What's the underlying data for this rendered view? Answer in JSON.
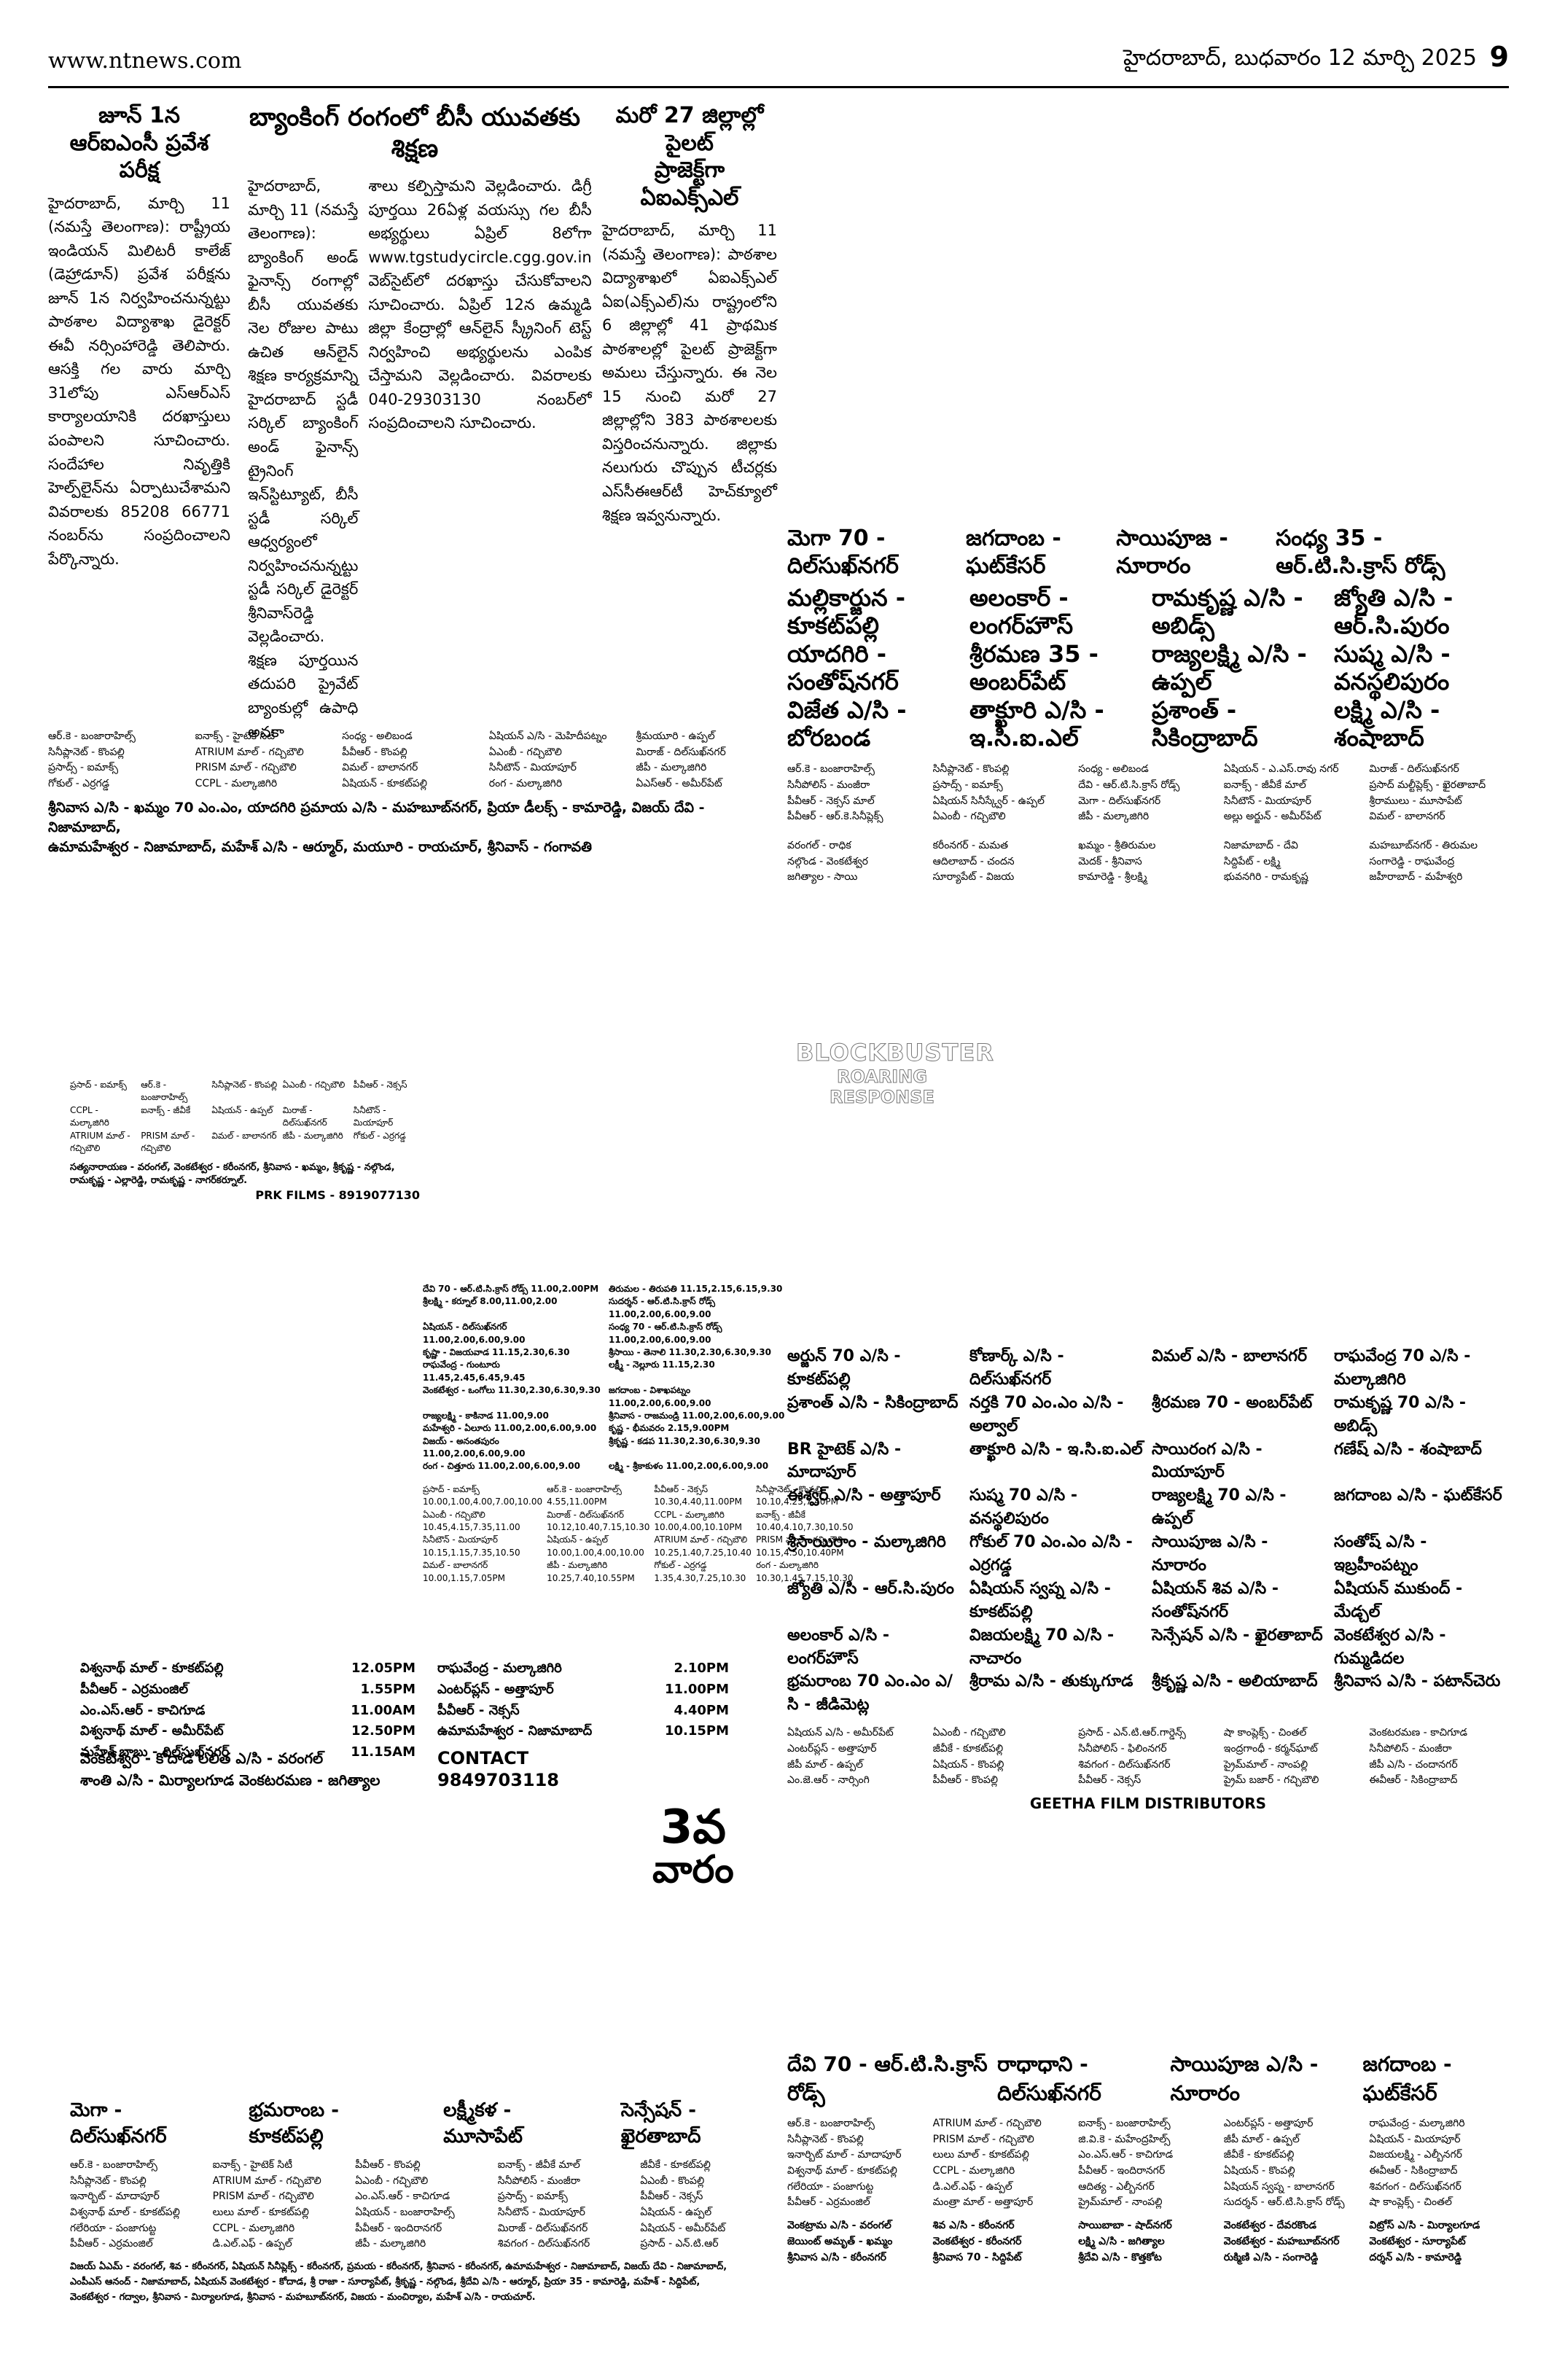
{
  "header": {
    "url": "www.ntnews.com",
    "date": "హైదరాబాద్, బుధవారం 12 మార్చి 2025",
    "page_number": "9"
  },
  "articles": [
    {
      "title_line1": "జూన్ 1న",
      "title_line2": "ఆర్ఐఎంసీ ప్రవేశ పరీక్ష",
      "body": "హైదరాబాద్, మార్చి 11 (నమస్తే తెలంగాణ): రాష్ట్రీయ ఇండియన్ మిలిటరీ కాలేజ్ (డెహ్రాడూన్) ప్రవేశ పరీక్షను జూన్ 1న నిర్వహించనున్నట్టు పాఠశాల విద్యాశాఖ డైరెక్టర్ ఈవీ నర్సింహారెడ్డి తెలిపారు. ఆసక్తి గల వారు మార్చి 31లోపు ఎస్ఆర్ఎస్ కార్యాలయానికి దరఖాస్తులు పంపాలని సూచించారు. సందేహాల నివృత్తికి హెల్ప్‌లైన్‌ను ఏర్పాటుచేశామని వివరాలకు 85208 66771 నంబర్‌ను సంప్రదించాలని పేర్కొన్నారు."
    },
    {
      "title": "బ్యాంకింగ్ రంగంలో బీసీ యువతకు శిక్షణ",
      "body_col1": "హైదరాబాద్, మార్చి 11 (నమస్తే తెలంగాణ): బ్యాంకింగ్ అండ్ ఫైనాన్స్ రంగాల్లో బీసీ యువతకు నెల రోజుల పాటు ఉచిత ఆన్‌లైన్ శిక్షణ కార్యక్రమాన్ని హైదరాబాద్ స్టడీ సర్కిల్ బ్యాంకింగ్ అండ్ ఫైనాన్స్ ట్రైనింగ్ ఇన్‌స్టిట్యూట్, బీసీ స్టడీ సర్కిల్ ఆధ్వర్యంలో నిర్వహించనున్నట్టు స్టడీ సర్కిల్ డైరెక్టర్ శ్రీనివాస్‌రెడ్డి వెల్లడించారు. శిక్షణ పూర్తయిన తదుపరి ప్రైవేట్ బ్యాంకుల్లో ఉపాధి అవకా",
      "body_col2": "శాలు కల్పిస్తామని వెల్లడించారు. డిగ్రీ పూర్తయి 26ఏళ్ల వయస్సు గల బీసీ అభ్యర్థులు ఏప్రిల్ 8లోగా www.tgstudycircle.cgg.gov.in వెబ్‌సైట్‌లో దరఖాస్తు చేసుకోవాలని సూచించారు. ఏప్రిల్ 12న ఉమ్మడి జిల్లా కేంద్రాల్లో ఆన్‌లైన్ స్క్రీనింగ్ టెస్ట్ నిర్వహించి అభ్యర్థులను ఎంపిక చేస్తామని వెల్లడించారు. వివరాలకు 040-29303130 నంబర్‌లో సంప్రదించాలని సూచించారు."
    },
    {
      "title_line1": "మరో 27 జిల్లాల్లో పైలట్",
      "title_line2": "ప్రాజెక్ట్‌గా ఏఐఎక్స్‌ఎల్",
      "body": "హైదరాబాద్, మార్చి 11 (నమస్తే తెలంగాణ): పాఠశాల విద్యాశాఖలో ఏఐఎక్స్‌ఎల్ ఏఐ(ఎక్స్‌ఎల్)ను రాష్ట్రంలోని 6 జిల్లాల్లో 41 ప్రాథమిక పాఠశాలల్లో పైలట్ ప్రాజెక్ట్‌గా అమలు చేస్తున్నారు. ఈ నెల 15 నుంచి మరో 27 జిల్లాల్లోని 383 పాఠశాలలకు విస్తరించనున్నారు. జిల్లాకు నలుగురు చొప్పున టీచర్లకు ఎస్‌సీఈఆర్‌టీ హెచ్‌క్యూలో శిక్షణ ఇవ్వనున్నారు."
    }
  ],
  "ad_top_right": {
    "header_items": [
      "మెగా 70 - దిల్‌సుఖ్‌నగర్",
      "జగదాంబ - ఘట్‌కేసర్",
      "సాయిపూజ - నూరారం",
      "సంధ్య 35 - ఆర్.టి.సి.క్రాస్ రోడ్స్"
    ],
    "big_lines": [
      "మల్లికార్జున - కూకట్‌పల్లి",
      "అలంకార్ - లంగర్‌హౌస్",
      "రామకృష్ణ ఎ/సి - అబిడ్స్",
      "జ్యోతి ఎ/సి - ఆర్.సి.పురం",
      "యాదగిరి - సంతోష్‌నగర్",
      "శ్రీరమణ 35 - అంబర్‌పేట్",
      "రాజ్యలక్ష్మి ఎ/సి - ఉప్పల్",
      "సుష్మ ఎ/సి - వనస్థలిపురం",
      "విజేత ఎ/సి - బోరబండ",
      "తాక్ఖూరి ఎ/సి - ఇ.సి.ఐ.ఎల్",
      "ప్రశాంత్ - సికింద్రాబాద్",
      "లక్ష్మి ఎ/సి - శంషాబాద్"
    ],
    "small_list": [
      "ఆర్.కె - బంజారాహిల్స్",
      "సినీప్లానెట్ - కొంపల్లి",
      "సంధ్య - అలిబండ",
      "ఏషియన్ - ఎ.ఎస్.రావు నగర్",
      "మిరాజ్ - దిల్‌సుఖ్‌నగర్",
      "సినీపోలిస్ - మంజీరా",
      "ప్రసాద్స్ - ఐమాక్స్",
      "దేవి - ఆర్.టి.సి.క్రాస్ రోడ్స్",
      "ఐనాక్స్ - జీవీకే మాల్",
      "ప్రసాద్ మల్టీప్లెక్స్ - ఖైరతాబాద్",
      "పీవీఆర్ - నెక్సస్ మాల్",
      "ఏషియన్ సినీస్క్వేర్ - ఉప్పల్",
      "మెగా - దిల్‌సుఖ్‌నగర్",
      "సినీటౌన్ - మియాపూర్",
      "శ్రీరాములు - మూసాపేట్",
      "పీవీఆర్ - ఆర్.కె.సినీప్లెక్స్",
      "ఏఎంబీ - గచ్చిబౌలి",
      "జీపీ - మల్కాజిగిరి",
      "అల్లు అర్జున్ - అమీర్‌పేట్",
      "విమల్ - బాలానగర్"
    ],
    "district_lines": [
      "వరంగల్ - రాధిక",
      "కరీంనగర్ - మమత",
      "ఖమ్మం - శ్రీతిరుమల",
      "నిజామాబాద్ - దేవి",
      "మహబూబ్‌నగర్ - తిరుమల",
      "నల్గొండ - వెంకటేశ్వర",
      "ఆదిలాబాద్ - చందన",
      "మెదక్ - శ్రీనివాస",
      "సిద్దిపేట్ - లక్ష్మి",
      "సంగారెడ్డి - రాఘవేంద్ర",
      "జగిత్యాల - సాయి",
      "సూర్యాపేట్ - విజయ",
      "కామారెడ్డి - శ్రీలక్ష్మి",
      "భువనగిరి - రామకృష్ణ",
      "జహీరాబాద్ - మహేశ్వరి"
    ]
  },
  "ad_middle_left": {
    "theatres": [
      "ఆర్.కె - బంజారాహిల్స్",
      "ఐనాక్స్ - హైటెక్ సిటీ",
      "సంధ్య - అలిబండ",
      "ఏషియన్ ఎ/సి - మెహిదీపట్నం",
      "శ్రీమయూరి - ఉప్పల్",
      "సినీప్లానెట్ - కొంపల్లి",
      "ATRIUM మాల్ - గచ్చిబౌలి",
      "పీవీఆర్ - కొంపల్లి",
      "ఏఎంబీ - గచ్చిబౌలి",
      "మిరాజ్ - దిల్‌సుఖ్‌నగర్",
      "ప్రసాద్స్ - ఐమాక్స్",
      "PRISM మాల్ - గచ్చిబౌలి",
      "విమల్ - బాలానగర్",
      "సినీటౌన్ - మియాపూర్",
      "జీపీ - మల్కాజిగిరి",
      "గోకుల్ - ఎర్రగడ్డ",
      "CCPL - మల్కాజిగిరి",
      "ఏషియన్ - కూకట్‌పల్లి",
      "రంగ - మల్కాజిగిరి",
      "ఏఎస్‌ఆర్ - అమీర్‌పేట్"
    ],
    "bottom_line": "శ్రీనివాస ఎ/సి - ఖమ్మం 70 ఎం.ఎం, యాదగిరి ప్రమాయ ఎ/సి - మహబూబ్‌నగర్, ప్రియా డీలక్స్ - కామారెడ్డి, విజయ్ దేవి - నిజామాబాద్,",
    "bottom_line2": "ఉమామహేశ్వర - నిజామాబాద్, మహేశ్ ఎ/సి - ఆర్మూర్, మయూరి - రాయచూర్, శ్రీనివాస్ - గంగావతి"
  },
  "blockbuster": {
    "line1": "BLOCKBUSTER",
    "line2": "ROARING",
    "line3": "RESPONSE"
  },
  "ad_prk": {
    "theatres": [
      "ప్రసాద్ - ఐమాక్స్",
      "ఆర్.కె - బంజారాహిల్స్",
      "సినీప్లానెట్ - కొంపల్లి",
      "ఏఎంబీ - గచ్చిబౌలి",
      "పీవీఆర్ - నెక్సస్",
      "CCPL - మల్కాజిగిరి",
      "ఐనాక్స్ - జీవీకే",
      "ఏషియన్ - ఉప్పల్",
      "మిరాజ్ - దిల్‌సుఖ్‌నగర్",
      "సినీటౌన్ - మియాపూర్",
      "ATRIUM మాల్ - గచ్చిబౌలి",
      "PRISM మాల్ - గచ్చిబౌలి",
      "విమల్ - బాలానగర్",
      "జీపీ - మల్కాజిగిరి",
      "గోకుల్ - ఎర్రగడ్డ"
    ],
    "bottom_line": "సత్యనారాయణ - వరంగల్, వెంకటేశ్వర - కరీంనగర్, శ్రీనివాస - ఖమ్మం, శ్రీకృష్ణ - నల్గొండ,",
    "bottom_line2": "రామకృష్ణ - ఎల్లారెడ్డి, రామకృష్ణ - నాగర్‌కర్నూల్.",
    "company": "PRK FILMS - 8919077130"
  },
  "ad_showtimes": {
    "entries": [
      "దేవి 70 - ఆర్.టి.సి.క్రాస్ రోడ్స్ 11.00,2.00PM",
      "తిరుమల - తిరుపతి 11.15,2.15,6.15,9.30",
      "శ్రీలక్ష్మి - కర్నూల్ 8.00,11.00,2.00",
      "సుదర్శన్ - ఆర్.టి.సి.క్రాస్ రోడ్స్ 11.00,2.00,6.00,9.00",
      "ఏషియన్ - దిల్‌సుఖ్‌నగర్ 11.00,2.00,6.00,9.00",
      "సంధ్య 70 - ఆర్.టి.సి.క్రాస్ రోడ్స్ 11.00,2.00,6.00,9.00",
      "కృష్ణా - విజయవాడ 11.15,2.30,6.30",
      "శ్రీసాయి - తెనాలి 11.30,2.30,6.30,9.30",
      "రాఘవేంద్ర - గుంటూరు 11.45,2.45,6.45,9.45",
      "లక్ష్మీ - నెల్లూరు 11.15,2.30",
      "వెంకటేశ్వర - ఒంగోలు 11.30,2.30,6.30,9.30",
      "జగదాంబ - విశాఖపట్నం 11.00,2.00,6.00,9.00",
      "రాజ్యలక్ష్మి - కాకినాడ 11.00,9.00",
      "శ్రీనివాస - రాజమండ్రి 11.00,2.00,6.00,9.00",
      "మహేశ్వరి - ఏలూరు 11.00,2.00,6.00,9.00",
      "కృష్ణ - భీమవరం 2.15,9.00PM",
      "విజయ్ - అనంతపురం 11.00,2.00,6.00,9.00",
      "శ్రీకృష్ణ - కడప 11.30,2.30,6.30,9.30",
      "రంగ - చిత్తూరు 11.00,2.00,6.00,9.00",
      "లక్ష్మి - శ్రీకాకుళం 11.00,2.00,6.00,9.00"
    ],
    "small_times": [
      "ప్రసాద్ - ఐమాక్స్ 10.00,1.00,4.00,7.00,10.00",
      "ఆర్.కె - బంజారాహిల్స్ 4.55,11.00PM",
      "పీవీఆర్ - నెక్సస్ 10.30,4.40,11.00PM",
      "సినీప్లానెట్ - కొంపల్లి 10.10,4.25,7.40PM",
      "ఏఎంబీ - గచ్చిబౌలి 10.45,4.15,7.35,11.00",
      "మిరాజ్ - దిల్‌సుఖ్‌నగర్ 10.12,10.40,7.15,10.30",
      "CCPL - మల్కాజిగిరి 10.00,4.00,10.10PM",
      "ఐనాక్స్ - జీవీకే 10.40,4.10,7.30,10.50",
      "సినీటౌన్ - మియాపూర్ 10.15,1.15,7.35,10.50",
      "ఏషియన్ - ఉప్పల్ 10.00,1.00,4.00,10.00",
      "ATRIUM మాల్ - గచ్చిబౌలి 10.25,1.40,7.25,10.40",
      "PRISM మాల్ - గచ్చిబౌలి 10.15,4.50,10.40PM",
      "విమల్ - బాలానగర్ 10.00,1.15,7.05PM",
      "జీపీ - మల్కాజిగిరి 10.25,7.40,10.55PM",
      "గోకుల్ - ఎర్రగడ్డ 1.35,4.30,7.25,10.30",
      "రంగ - మల్కాజిగిరి 10.30,1.45,7.15,10.30"
    ],
    "left_times": [
      {
        "name": "విశ్వనాథ్ మాల్ - కూకట్‌పల్లి",
        "time": "12.05PM"
      },
      {
        "name": "పీవీఆర్ - ఎర్రమంజిల్",
        "time": "1.55PM"
      },
      {
        "name": "ఎం.ఎస్.ఆర్ - కాచిగూడ",
        "time": "11.00AM"
      },
      {
        "name": "విశ్వనాథ్ మాల్ - అమీర్‌పేట్",
        "time": "12.50PM"
      },
      {
        "name": "మహేశ్ బాబు - దిల్‌సుఖ్‌నగర్",
        "time": "11.15AM"
      }
    ],
    "mid_times": [
      {
        "name": "రాఘవేంద్ర - మల్కాజిగిరి",
        "time": "2.10PM"
      },
      {
        "name": "ఎంటర్‌ప్లస్ - అత్తాపూర్",
        "time": "11.00PM"
      },
      {
        "name": "పీవీఆర్ - నెక్సస్",
        "time": "4.40PM"
      },
      {
        "name": "ఉమామహేశ్వర - నిజామాబాద్",
        "time": "10.15PM"
      }
    ],
    "bottom1": "వెంకటేశ్వర - కోదాడ లలిత ఎ/సి - వరంగల్",
    "bottom2": "శాంతి ఎ/సి - మిర్యాలగూడ వెంకటరమణ - జగిత్యాల",
    "contact_label": "CONTACT",
    "contact_number": "9849703118"
  },
  "week_badge": {
    "number": "3వ",
    "label": "వారం"
  },
  "ad_geetha": {
    "big_lines": [
      "అర్జున్ 70 ఎ/సి - కూకట్‌పల్లి",
      "కోణార్క్ ఎ/సి - దిల్‌సుఖ్‌నగర్",
      "విమల్ ఎ/సి - బాలానగర్",
      "రాఘవేంద్ర 70 ఎ/సి - మల్కాజిగిరి",
      "ప్రశాంత్ ఎ/సి - సికింద్రాబాద్",
      "నర్తకి 70 ఎం.ఎం ఎ/సి - అల్వాల్",
      "శ్రీరమణ 70 - అంబర్‌పేట్",
      "రామకృష్ణ 70 ఎ/సి - అబిడ్స్",
      "BR హైటెక్ ఎ/సి - మాదాపూర్",
      "తాక్ఖూరి ఎ/సి - ఇ.సి.ఐ.ఎల్",
      "సాయిరంగ ఎ/సి - మియాపూర్",
      "గణేష్ ఎ/సి - శంషాబాద్",
      "ఈశ్వర్ ఎ/సి - అత్తాపూర్",
      "సుష్మ 70 ఎ/సి - వనస్థలిపురం",
      "రాజ్యలక్ష్మి 70 ఎ/సి - ఉప్పల్",
      "జగదాంబ ఎ/సి - ఘట్‌కేసర్",
      "శ్రీసాయిరాం - మల్కాజిగిరి",
      "గోకుల్ 70 ఎం.ఎం ఎ/సి - ఎర్రగడ్డ",
      "సాయిపూజ ఎ/సి - నూరారం",
      "సంతోష్ ఎ/సి - ఇబ్రహీంపట్నం",
      "జ్యోతి ఎ/సి - ఆర్.సి.పురం",
      "ఏషియన్ స్వప్న ఎ/సి - కూకట్‌పల్లి",
      "ఏషియన్ శివ ఎ/సి - సంతోష్‌నగర్",
      "ఏషియన్ ముకుంద్ - మేడ్చల్",
      "అలంకార్ ఎ/సి - లంగర్‌హౌస్",
      "విజయలక్ష్మి 70 ఎ/సి - నాచారం",
      "సెన్సేషన్ ఎ/సి - ఖైరతాబాద్",
      "వెంకటేశ్వర ఎ/సి - గుమ్మడిదల",
      "భ్రమరాంబ 70 ఎం.ఎం ఎ/సి - జీడిమెట్ల",
      "శ్రీరామ ఎ/సి - తుక్కుగూడ",
      "శ్రీకృష్ణ ఎ/సి - అలియాబాద్",
      "శ్రీనివాస ఎ/సి - పటాన్‌చెరు"
    ],
    "small_list": [
      "ఏషియన్ ఎ/సి - అమీర్‌పేట్",
      "ఏఎంబీ - గచ్చిబౌలి",
      "ప్రసాద్ - ఎన్.టి.ఆర్.గార్డెన్స్",
      "షా కాంప్లెక్స్ - చింతల్",
      "వెంకటరమణ - కాచిగూడ",
      "ఎంటర్‌ప్లస్ - అత్తాపూర్",
      "జీవీకే - కూకట్‌పల్లి",
      "సినీపోలిస్ - ఫిలింనగర్",
      "ఇంద్రగాంధీ - కర్మన్‌ఘాట్",
      "సినీపోలిస్ - మంజీరా",
      "జీపీ మాల్ - ఉప్పల్",
      "ఏషియన్ - కొంపల్లి",
      "శివగంగ - దిల్‌సుఖ్‌నగర్",
      "ప్రైమ్‌మాల్ - నాంపల్లి",
      "జీపీ ఎ/సి - చందానగర్",
      "ఎం.జె.ఆర్ - నార్సింగి",
      "పీవీఆర్ - కొంపల్లి",
      "పీవీఆర్ - నెక్సస్",
      "ప్రైమ్ బజార్ - గచ్చిబౌలి",
      "ఈవీఆర్ - సికింద్రాబాద్"
    ],
    "company": "GEETHA FILM DISTRIBUTORS"
  },
  "ad_bottom_right": {
    "headers": [
      "దేవి 70 - ఆర్.టి.సి.క్రాస్ రోడ్స్",
      "రాధాధాని - దిల్‌సుఖ్‌నగర్",
      "సాయిపూజ ఎ/సి - నూరారం",
      "జగదాంబ - ఘట్‌కేసర్"
    ],
    "theatres": [
      "ఆర్.కె - బంజారాహిల్స్",
      "ATRIUM మాల్ - గచ్చిబౌలి",
      "ఐనాక్స్ - బంజారాహిల్స్",
      "ఎంటర్‌ప్లస్ - అత్తాపూర్",
      "రాఘవేంద్ర - మల్కాజిగిరి",
      "సినీప్లానెట్ - కొంపల్లి",
      "PRISM మాల్ - గచ్చిబౌలి",
      "జి.వి.కె - మహేంద్రహిల్స్",
      "జీపీ మాల్ - ఉప్పల్",
      "ఏషియన్ - మియాపూర్",
      "ఇనార్బిట్ మాల్ - మాదాపూర్",
      "లులు మాల్ - కూకట్‌పల్లి",
      "ఎం.ఎస్.ఆర్ - కాచిగూడ",
      "జీవీకే - కూకట్‌పల్లి",
      "విజయలక్ష్మి - ఎల్బీనగర్",
      "విశ్వనాథ్ మాల్ - కూకట్‌పల్లి",
      "CCPL - మల్కాజిగిరి",
      "పీవీఆర్ - ఇందిరానగర్",
      "ఏషియన్ - కొంపల్లి",
      "ఈవీఆర్ - సికింద్రాబాద్",
      "గలేరియా - పంజాగుట్ట",
      "డి.ఎల్.ఎఫ్ - ఉప్పల్",
      "ఆదిత్య - ఎల్బీనగర్",
      "ఏషియన్ స్వప్న - బాలానగర్",
      "శివగంగ - దిల్‌సుఖ్‌నగర్",
      "పీవీఆర్ - ఎర్రమంజిల్",
      "మంత్రా మాల్ - అత్తాపూర్",
      "ప్రైమ్‌మాల్ - నాంపల్లి",
      "సుదర్శన్ - ఆర్.టి.సి.క్రాస్ రోడ్స్",
      "షా కాంప్లెక్స్ - చింతల్"
    ],
    "districts": [
      "వెంకట్రామ ఎ/సి - వరంగల్",
      "శివ ఎ/సి - కరీంనగర్",
      "సాయిబాబా - షాద్‌నగర్",
      "వెంకటేశ్వర - దేవరకొండ",
      "విట్రోస్ ఎ/సి - మిర్యాలగూడ",
      "జెయింట్ అమృత్ - ఖమ్మం",
      "వెంకటేశ్వర - కరీంనగర్",
      "లక్ష్మి ఎ/సి - జగిత్యాల",
      "వెంకటేశ్వర - మహబూబ్‌నగర్",
      "వెంకటేశ్వర - సూర్యాపేట్",
      "శ్రీనివాస ఎ/సి - కరీంనగర్",
      "శ్రీనివాస 70 - సిద్దిపేట్",
      "శ్రీదేవి ఎ/సి - కొత్తకోట",
      "రుక్మిణి ఎ/సి - సంగారెడ్డి",
      "దర్శన్ ఎ/సి - కామారెడ్డి"
    ]
  },
  "ad_bottom_left": {
    "headers": [
      "మెగా - దిల్‌సుఖ్‌నగర్",
      "భ్రమరాంబ - కూకట్‌పల్లి",
      "లక్ష్మీకళ - మూసాపేట్",
      "సెన్సేషన్ - ఖైరతాబాద్"
    ],
    "theatres": [
      "ఆర్.కె - బంజారాహిల్స్",
      "ఐనాక్స్ - హైటెక్ సిటీ",
      "పీవీఆర్ - కొంపల్లి",
      "ఐనాక్స్ - జీవీకే మాల్",
      "జీవీకే - కూకట్‌పల్లి",
      "సినీప్లానెట్ - కొంపల్లి",
      "ATRIUM మాల్ - గచ్చిబౌలి",
      "ఏఎంబీ - గచ్చిబౌలి",
      "సినీపోలిస్ - మంజీరా",
      "ఏఎంబీ - కొంపల్లి",
      "ఇనార్బిట్ - మాదాపూర్",
      "PRISM మాల్ - గచ్చిబౌలి",
      "ఎం.ఎస్.ఆర్ - కాచిగూడ",
      "ప్రసాద్స్ - ఐమాక్స్",
      "పీవీఆర్ - నెక్సస్",
      "విశ్వనాథ్ మాల్ - కూకట్‌పల్లి",
      "లులు మాల్ - కూకట్‌పల్లి",
      "ఏషియన్ - బంజారాహిల్స్",
      "సినీటౌన్ - మియాపూర్",
      "ఏషియన్ - ఉప్పల్",
      "గలేరియా - పంజాగుట్ట",
      "CCPL - మల్కాజిగిరి",
      "పీవీఆర్ - ఇందిరానగర్",
      "మిరాజ్ - దిల్‌సుఖ్‌నగర్",
      "ఏషియన్ - అమీర్‌పేట్",
      "పీవీఆర్ - ఎర్రమంజిల్",
      "డి.ఎల్.ఎఫ్ - ఉప్పల్",
      "జీపీ - మల్కాజిగిరి",
      "శివగంగ - దిల్‌సుఖ్‌నగర్",
      "ప్రసాద్ - ఎన్.టి.ఆర్"
    ],
    "bottom_line": "విజయ్ ఏఎమ్ - వరంగల్, శివ - కరీంనగర్, ఏషియన్ సినీప్లెక్స్ - కరీంనగర్, ప్రమయ - కరీంనగర్, శ్రీనివాస - కరీంనగర్, ఉమామహేశ్వర - నిజామాబాద్, విజయ్ దేవి - నిజామాబాద్,",
    "bottom_line2": "ఎంపీఎస్ ఆనంద్ - నిజామాబాద్, ఏషియన్ వెంకటేశ్వర - కోదాడ, శ్రీ రాజా - సూర్యాపేట్, శ్రీకృష్ణ - నల్గొండ, శ్రీదేవి ఎ/సి - ఆర్మూర్, ప్రియా 35 - కామారెడ్డి, మహేశ్ - సిద్దిపేట్,",
    "bottom_line3": "వెంకటేశ్వర - గద్వాల, శ్రీనివాస - మిర్యాలగూడ, శ్రీనివాస - మహబూబ్‌నగర్, విజయ - మంచిర్యాల, మహేశ్ ఎ/సి - రాయచూర్."
  }
}
